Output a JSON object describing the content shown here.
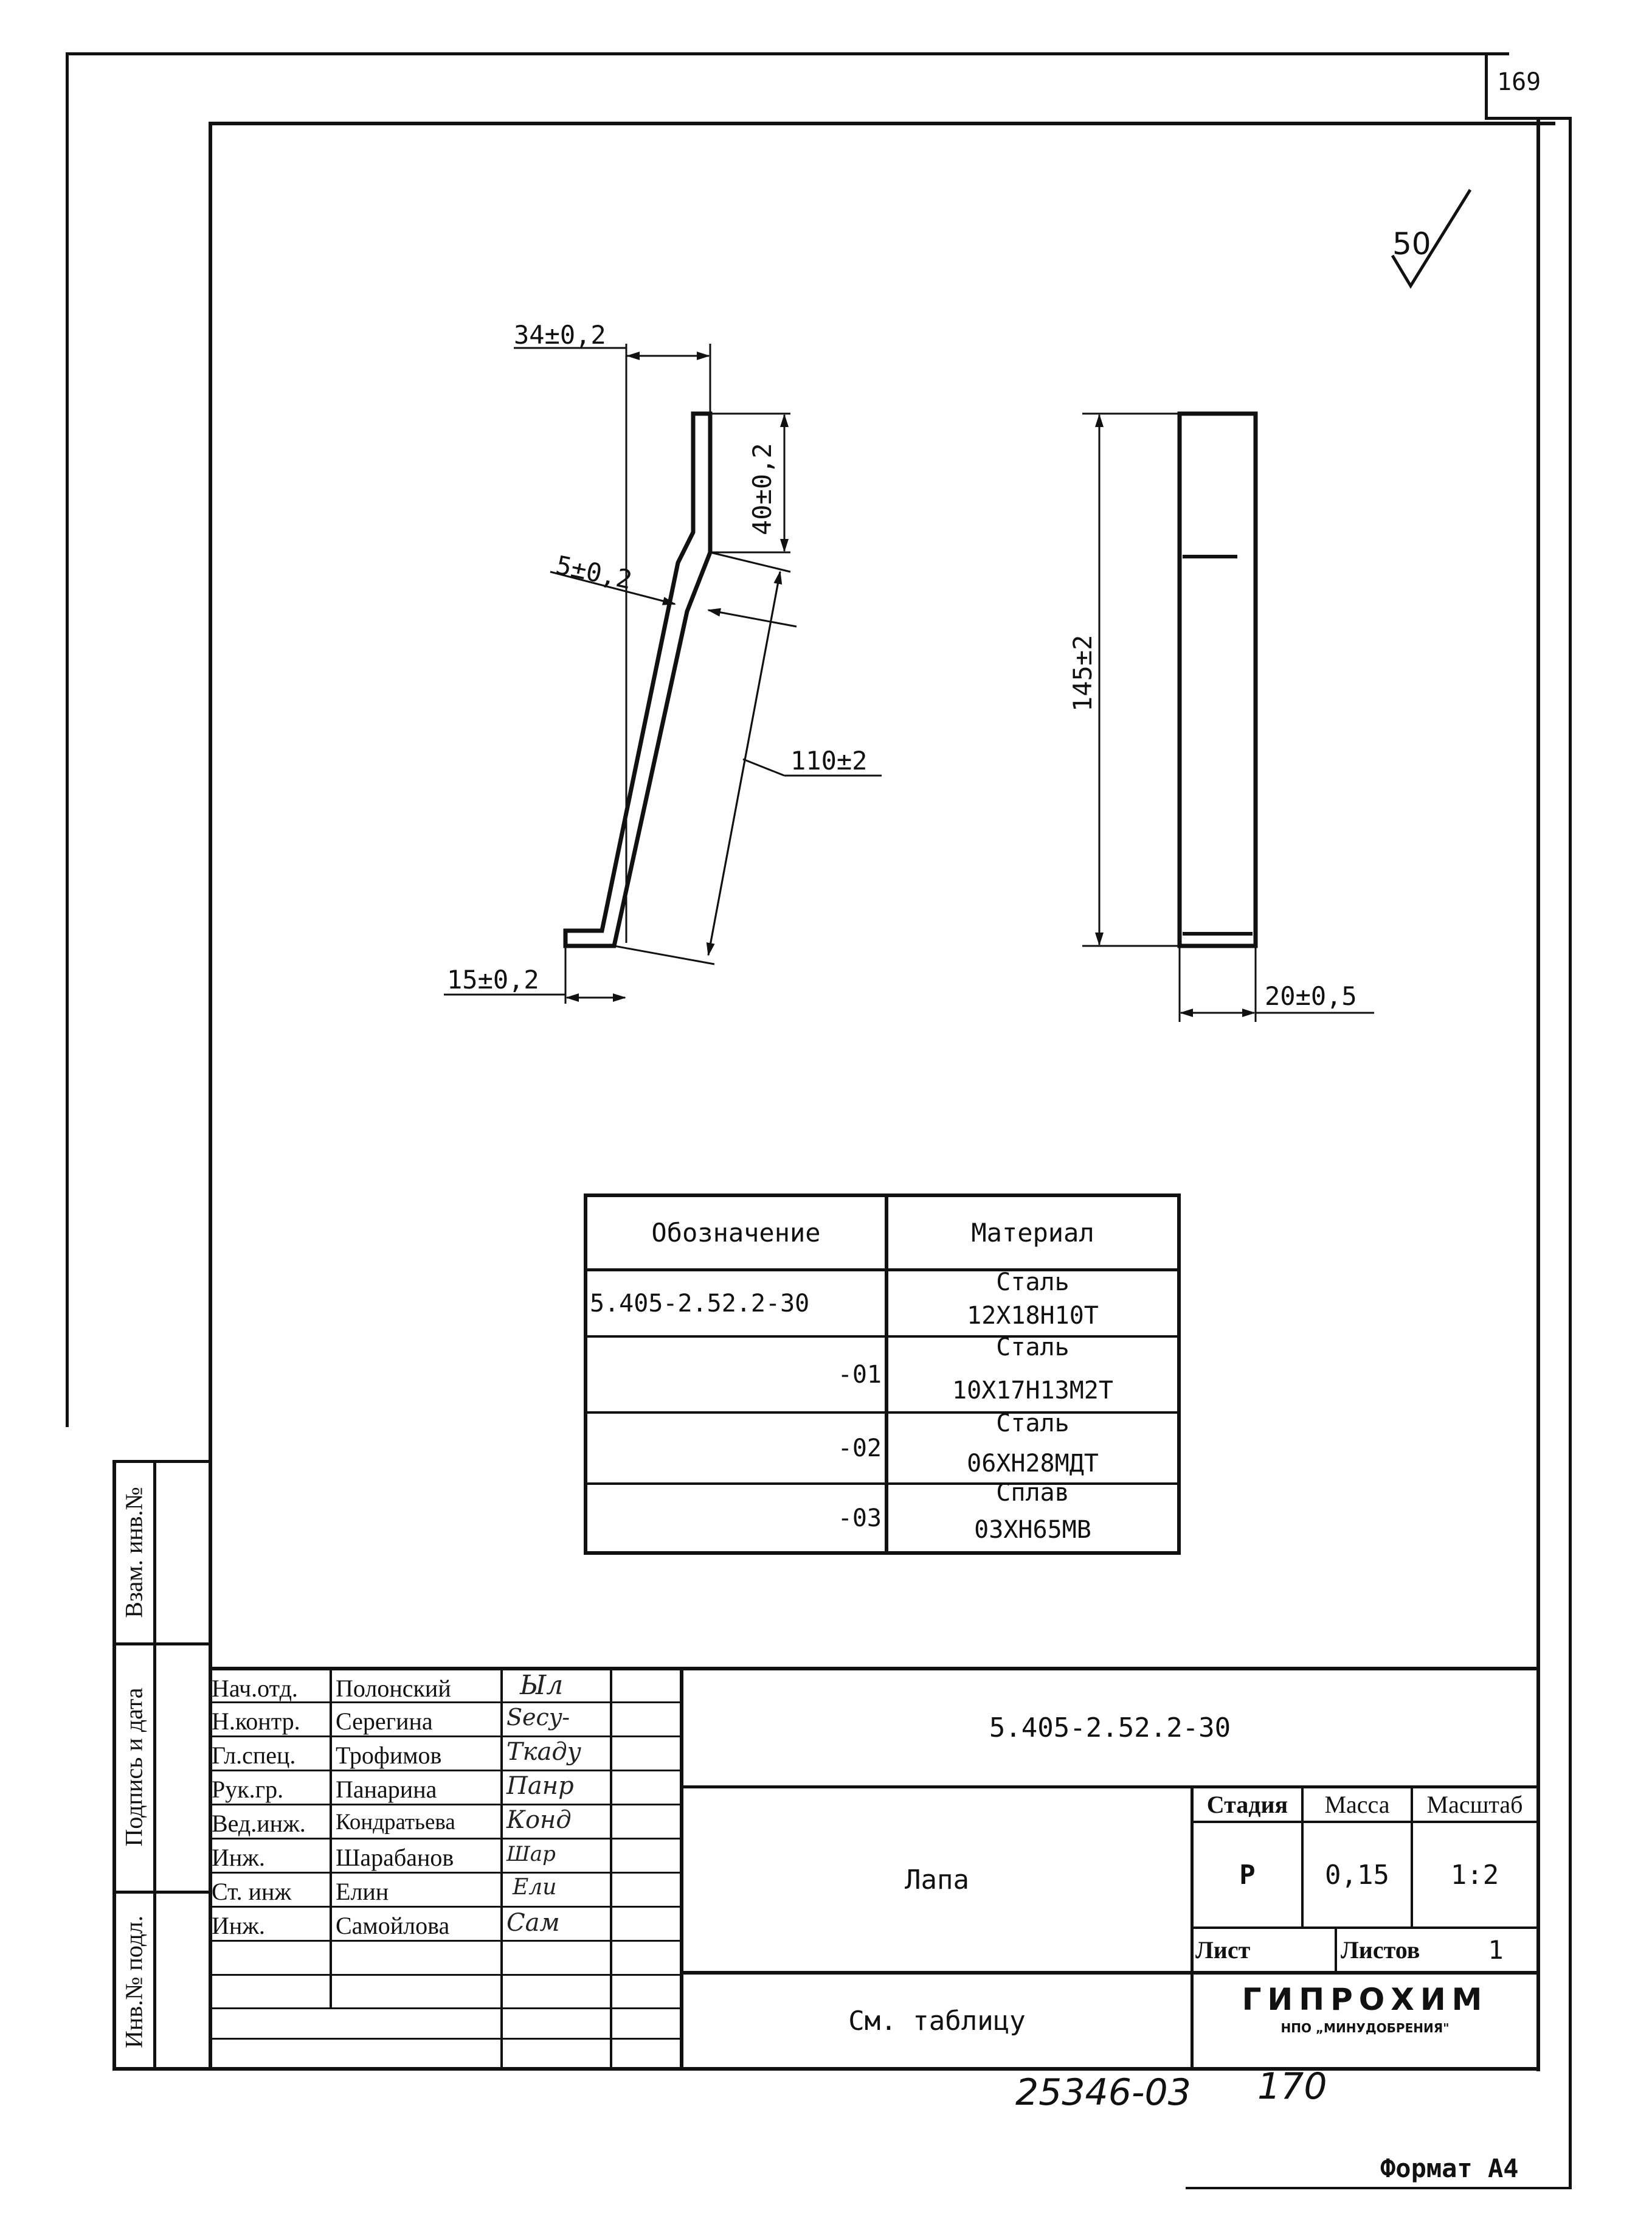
{
  "sheet": {
    "page_number": "169",
    "roughness": "50",
    "format_label": "Формат А4",
    "handwritten_code": "25346-03",
    "handwritten_page": "170"
  },
  "dimensions": {
    "d34": "34±0,2",
    "d40": "40±0,2",
    "d5": "5±0,2",
    "d110": "110±2",
    "d15": "15±0,2",
    "d145": "145±2",
    "d20": "20±0,5"
  },
  "material_table": {
    "headers": [
      "Обозначение",
      "Материал"
    ],
    "rows": [
      {
        "designation": "5.405-2.52.2-30",
        "material_line1": "Сталь",
        "material_line2": "12Х18Н10Т"
      },
      {
        "designation": "-01",
        "material_line1": "Сталь",
        "material_line2": "10Х17Н13М2Т"
      },
      {
        "designation": "-02",
        "material_line1": "Сталь",
        "material_line2": "06ХН28МДТ"
      },
      {
        "designation": "-03",
        "material_line1": "Сплав",
        "material_line2": "03ХН65МВ"
      }
    ]
  },
  "side_stamp": {
    "col1": "Инв.№ подл.",
    "col2": "Подпись и дата",
    "col3": "Взам. инв.№"
  },
  "title_block": {
    "roles": [
      "Нач.отд.",
      "Н.контр.",
      "Гл.спец.",
      "Рук.гр.",
      "Вед.инж.",
      "Инж.",
      "Ст. инж",
      "Инж."
    ],
    "names": [
      "Полонский",
      "Серегина",
      "Трофимов",
      "Панарина",
      "Кондратьева",
      "Шарабанов",
      "Елин",
      "Самойлова"
    ],
    "signatures": [
      "Ыл",
      "Secy-",
      "Ткаду",
      "Панр",
      "Конд",
      "Шар",
      "Ели",
      "Сам"
    ],
    "document_code": "5.405-2.52.2-30",
    "part_name": "Лапа",
    "material_note": "См. таблицу",
    "stage_label": "Стадия",
    "mass_label": "Масса",
    "scale_label": "Масштаб",
    "stage_value": "Р",
    "mass_value": "0,15",
    "scale_value": "1:2",
    "sheet_label": "Лист",
    "sheets_label": "Листов",
    "sheets_value": "1",
    "org_name": "ГИПРОХИМ",
    "org_sub": "НПО „МИНУДОБРЕНИЯ\""
  }
}
